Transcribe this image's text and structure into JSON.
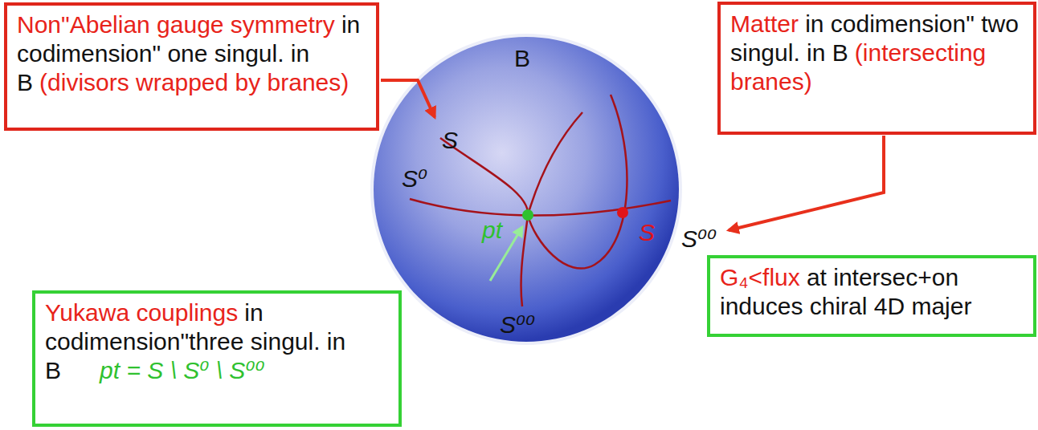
{
  "diagram": {
    "nodes": [
      {
        "text": [
          "Non\"Abelian gauge symmetry",
          "in codimension\" one singul. in B",
          "(divisors wrapped by branes)"
        ]
      },
      {
        "text": [
          "Matter",
          "in codimension\" two singul. in B",
          "(intersecting branes)"
        ]
      },
      {
        "text": [
          "G₄<flux",
          "at intersec+on induces chiral 4D majer"
        ]
      },
      {
        "text": [
          "Yukawa couplings",
          "in codimension\"three singul. in B",
          "pt = S \\ S⁰ \\ S⁰⁰"
        ]
      }
    ],
    "labels": [
      "B",
      "S",
      "S⁰",
      "pt",
      "S",
      "S⁰⁰",
      "S⁰⁰"
    ]
  }
}
